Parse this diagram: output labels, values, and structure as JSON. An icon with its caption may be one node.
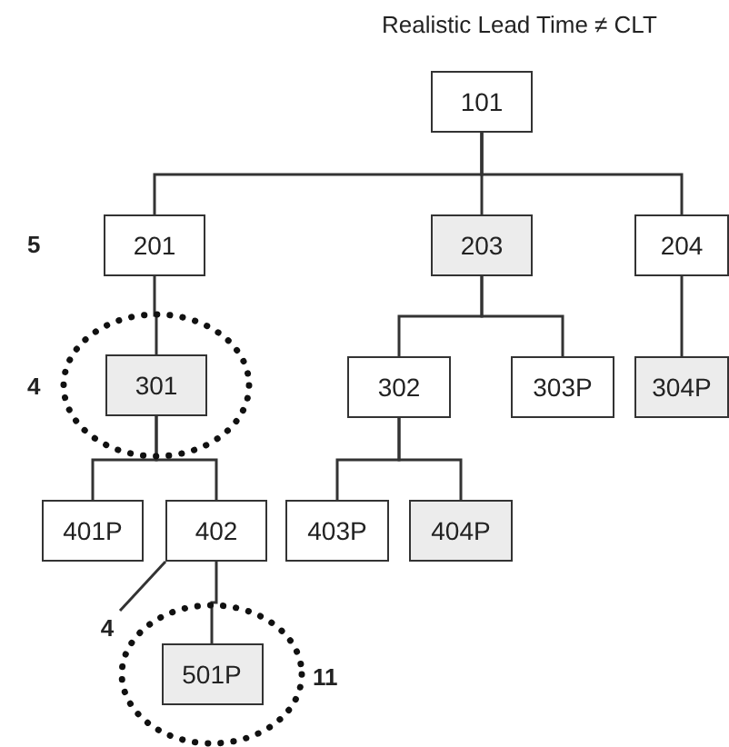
{
  "diagram": {
    "title": "Realistic Lead Time ≠ CLT",
    "nodes": [
      {
        "text": [
          "101"
        ]
      },
      {
        "text": [
          "201"
        ]
      },
      {
        "text": [
          "203"
        ]
      },
      {
        "text": [
          "204"
        ]
      },
      {
        "text": [],
        "shape": "circle"
      },
      {
        "text": [
          "301"
        ],
        "in": 4
      },
      {
        "text": [
          "302"
        ]
      },
      {
        "text": [
          "303P"
        ]
      },
      {
        "text": [
          "304P"
        ]
      },
      {
        "text": [
          "401P"
        ]
      },
      {
        "text": [
          "402"
        ]
      },
      {
        "text": [
          "403P"
        ]
      },
      {
        "text": [
          "404P"
        ]
      },
      {
        "text": [
          "4"
        ]
      },
      {
        "text": [],
        "shape": "circle"
      },
      {
        "text": [
          "501P"
        ],
        "in": 14
      }
    ],
    "edges": [
      {
        "from": 0,
        "to": 1,
        "arrow": "none"
      },
      {
        "from": 0,
        "to": 2,
        "arrow": "none"
      },
      {
        "from": 0,
        "to": 3,
        "arrow": "none"
      },
      {
        "from": 1,
        "to": 5,
        "arrow": "none"
      },
      {
        "from": 2,
        "to": 6,
        "arrow": "none"
      },
      {
        "from": 2,
        "to": 7,
        "arrow": "none"
      },
      {
        "from": 3,
        "to": 8,
        "arrow": "none"
      },
      {
        "from": 5,
        "to": 9,
        "arrow": "none"
      },
      {
        "from": 5,
        "to": 10,
        "arrow": "none"
      },
      {
        "from": 6,
        "to": 11,
        "arrow": "none"
      },
      {
        "from": 6,
        "to": 12,
        "arrow": "none"
      },
      {
        "from": 10,
        "to": 15,
        "arrow": "none"
      },
      {
        "from": 13,
        "to": 10,
        "arrow": "none"
      }
    ],
    "labels": [
      "5",
      "4",
      "11"
    ]
  }
}
